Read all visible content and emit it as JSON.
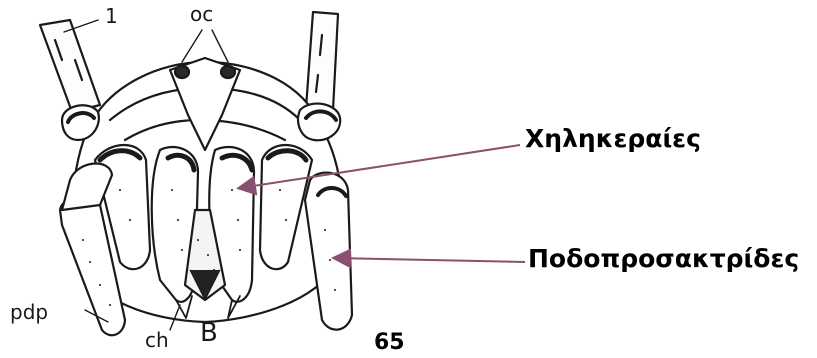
{
  "diagram": {
    "labels": {
      "one": "1",
      "oc": "oc",
      "pdp": "pdp",
      "ch": "ch",
      "B": "B"
    },
    "callouts": {
      "chelicerae": "Χηληκεραίες",
      "pedipalps": "Ποδοπροσακτρίδες"
    },
    "page_number": "65",
    "colors": {
      "arrow": "#8a5070",
      "line_art": "#1a1a1a",
      "background": "#ffffff"
    }
  }
}
